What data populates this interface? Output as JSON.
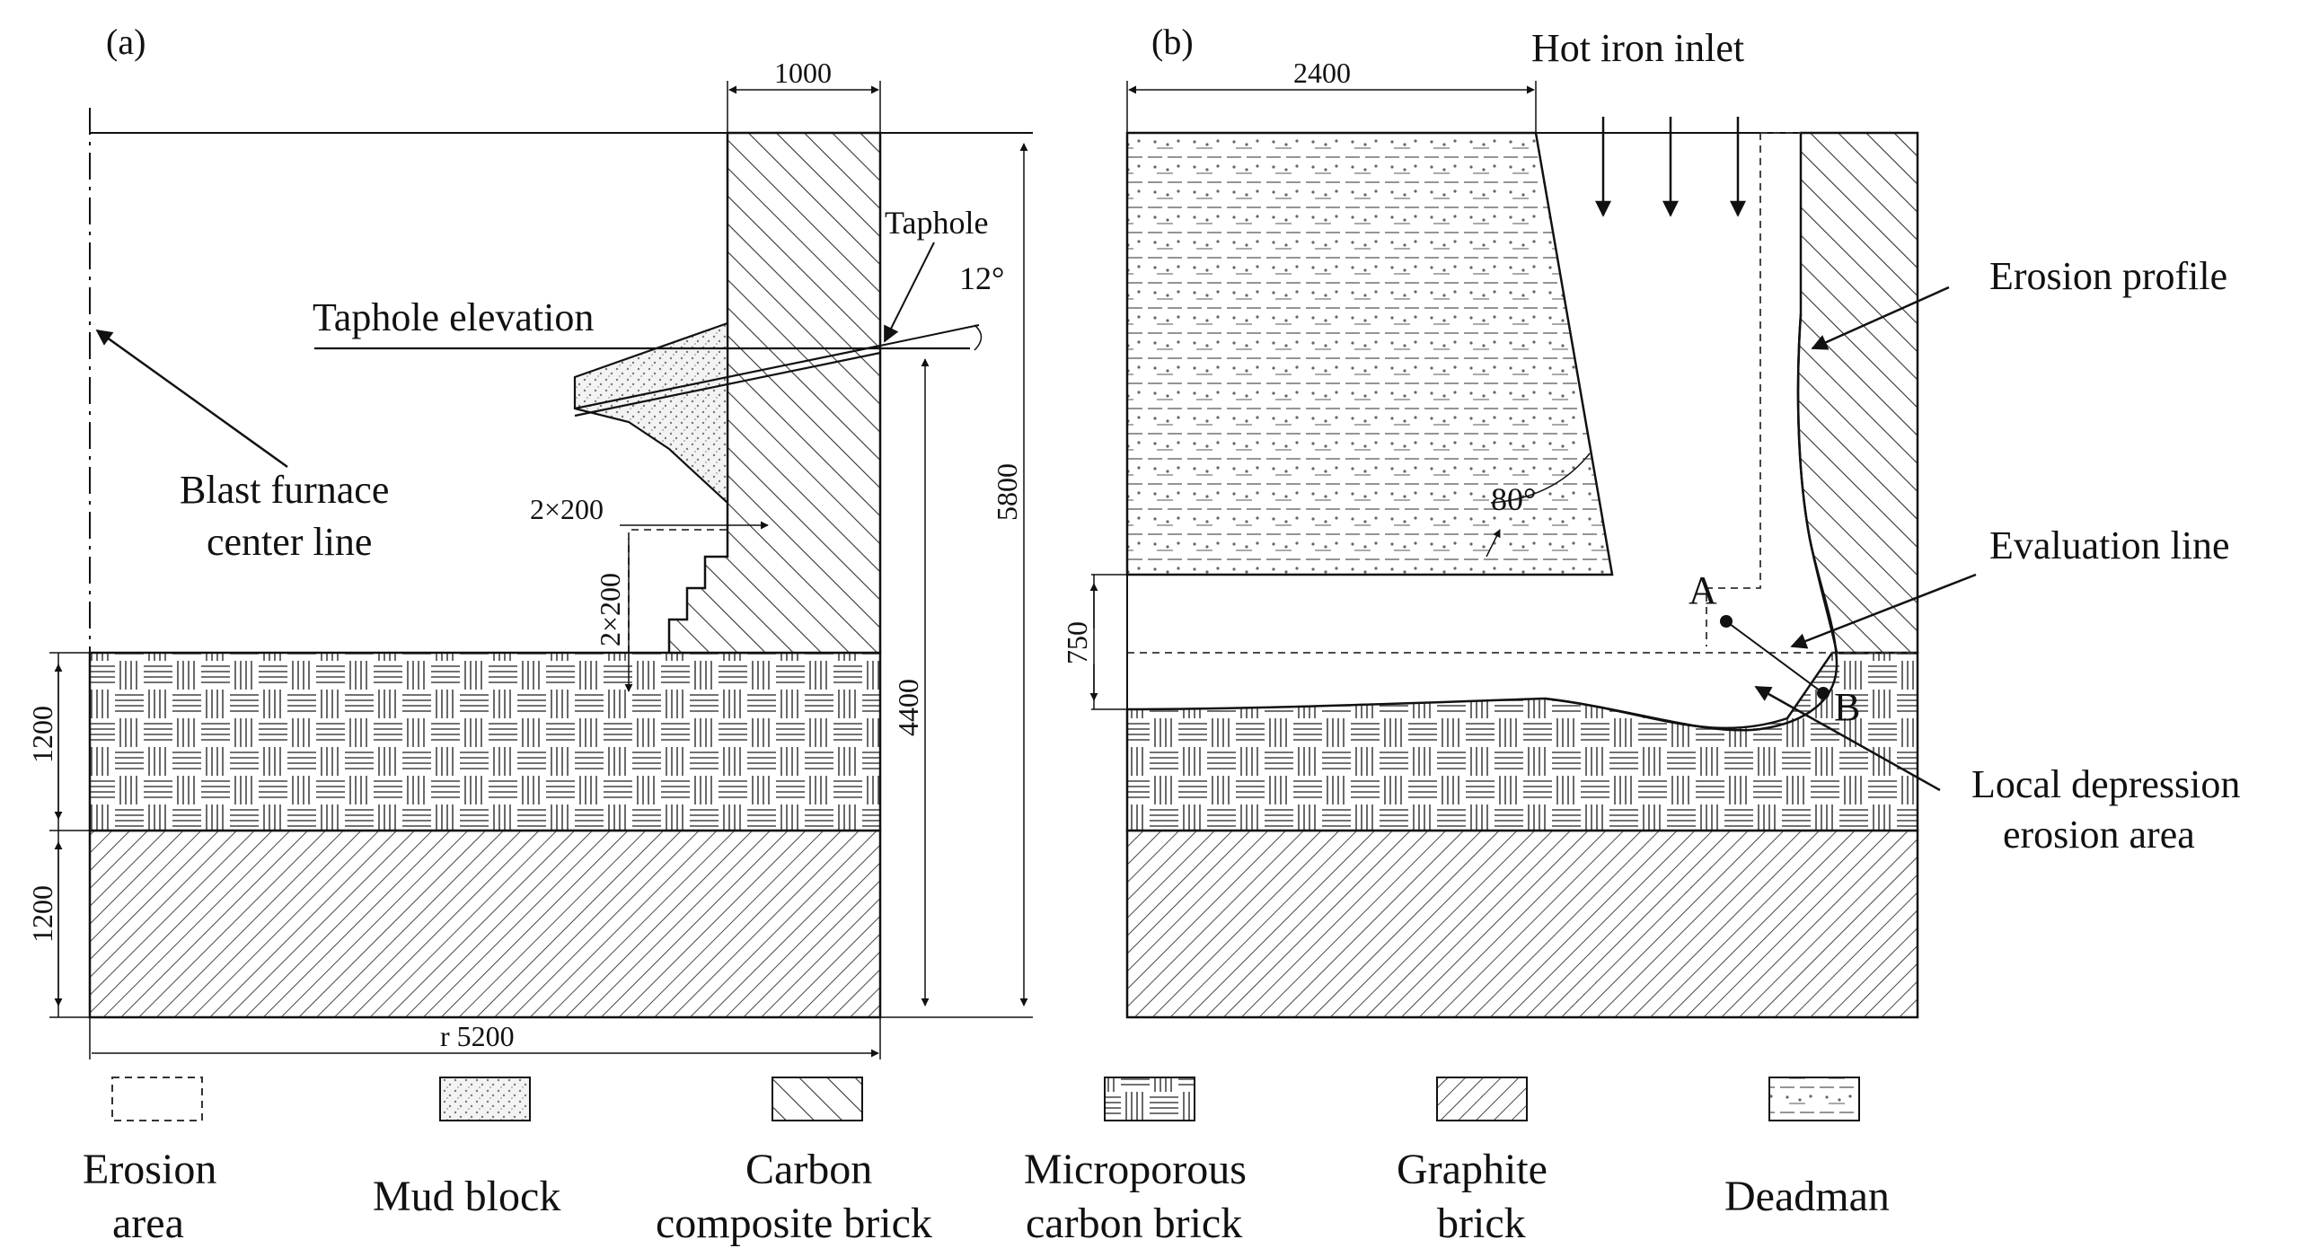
{
  "panels": {
    "a": {
      "label": "(a)",
      "dims": {
        "top_width": "1000",
        "step_w": "2×200",
        "step_h": "2×200",
        "layer1": "1200",
        "layer2": "1200",
        "taphole_height": "4400",
        "total_height": "5800",
        "radius": "r 5200"
      },
      "angle": "12°",
      "annotations": {
        "taphole": "Taphole",
        "taphole_elevation": "Taphole elevation",
        "center_line_1": "Blast furnace",
        "center_line_2": "center line"
      }
    },
    "b": {
      "label": "(b)",
      "dims": {
        "deadman_width": "2400",
        "gap": "750"
      },
      "angle": "80°",
      "annotations": {
        "hot_iron_inlet": "Hot iron inlet",
        "erosion_profile": "Erosion profile",
        "evaluation_line": "Evaluation line",
        "point_a": "A",
        "point_b": "B",
        "local_depression_1": "Local depression",
        "local_depression_2": "erosion area"
      }
    }
  },
  "legend": [
    {
      "key": "erosion",
      "lines": [
        "Erosion",
        "area"
      ]
    },
    {
      "key": "mud",
      "lines": [
        "Mud block"
      ]
    },
    {
      "key": "carbon",
      "lines": [
        "Carbon",
        "composite brick"
      ]
    },
    {
      "key": "microporous",
      "lines": [
        "Microporous",
        "carbon brick"
      ]
    },
    {
      "key": "graphite",
      "lines": [
        "Graphite",
        "brick"
      ]
    },
    {
      "key": "deadman",
      "lines": [
        "Deadman"
      ]
    }
  ]
}
